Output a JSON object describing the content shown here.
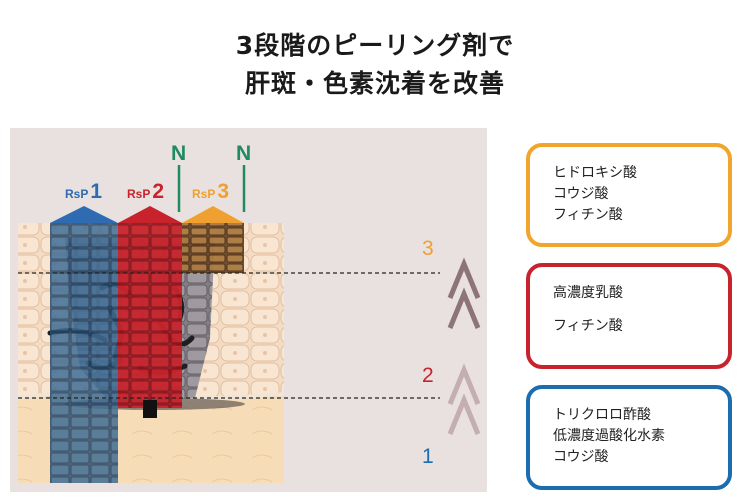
{
  "title": {
    "line1": "3段階のピーリング剤で",
    "line2": "肝斑・色素沈着を改善"
  },
  "diagram": {
    "probes": [
      {
        "prefix": "RsP",
        "num": "1",
        "color": "#2f6bb0"
      },
      {
        "prefix": "RsP",
        "num": "2",
        "color": "#c8232c"
      },
      {
        "prefix": "RsP",
        "num": "3",
        "color": "#f0a030"
      }
    ],
    "n_labels": [
      "N",
      "N"
    ],
    "n_color": "#1f8a63",
    "levels": [
      {
        "label": "3",
        "color": "#f0a030"
      },
      {
        "label": "2",
        "color": "#c8232c"
      },
      {
        "label": "1",
        "color": "#1b6db0"
      }
    ],
    "colors": {
      "background": "#e8e1e0",
      "upper_arrow": "#8c7478",
      "lower_arrow": "#c4aeb2"
    }
  },
  "boxes": [
    {
      "lines": [
        "ヒドロキシ酸",
        "コウジ酸",
        "フィチン酸"
      ],
      "color": "#f2a52c"
    },
    {
      "lines": [
        "高濃度乳酸",
        "フィチン酸"
      ],
      "color": "#c8232c"
    },
    {
      "lines": [
        "トリクロロ酢酸",
        "低濃度過酸化水素",
        "コウジ酸"
      ],
      "color": "#1b6db0"
    }
  ]
}
